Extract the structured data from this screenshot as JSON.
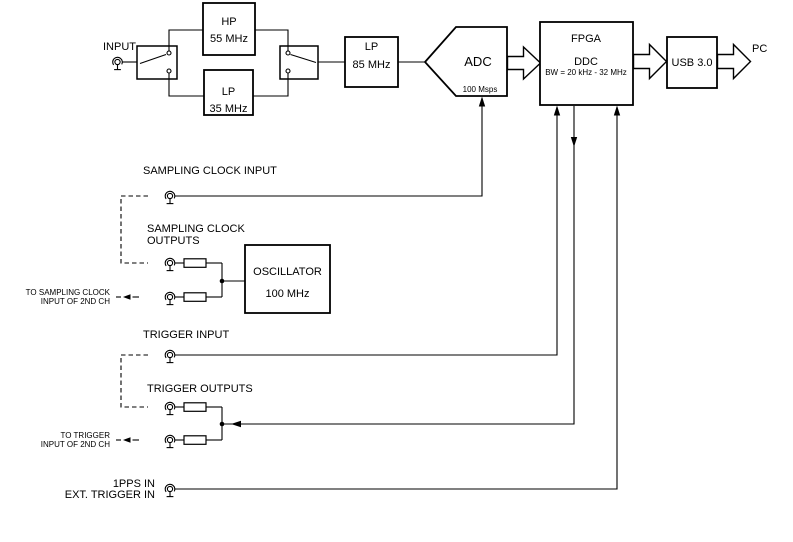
{
  "blocks": {
    "input_label": "INPUT",
    "hp_filter": {
      "l1": "HP",
      "l2": "55 MHz"
    },
    "lp_filter_35": {
      "l1": "LP",
      "l2": "35 MHz"
    },
    "lp_filter_85": {
      "l1": "LP",
      "l2": "85 MHz"
    },
    "adc": {
      "label": "ADC",
      "rate": "100 Msps"
    },
    "fpga": {
      "l1": "FPGA",
      "l2": "DDC",
      "l3": "BW = 20 kHz - 32 MHz"
    },
    "usb": {
      "label": "USB 3.0"
    },
    "pc_label": "PC",
    "oscillator": {
      "l1": "OSCILLATOR",
      "l2": "100 MHz"
    }
  },
  "clock_section": {
    "input_label": "SAMPLING CLOCK INPUT",
    "outputs_label_l1": "SAMPLING CLOCK",
    "outputs_label_l2": "OUTPUTS",
    "to_2nd_ch_l1": "TO SAMPLING CLOCK",
    "to_2nd_ch_l2": "INPUT OF 2ND CH"
  },
  "trigger_section": {
    "input_label": "TRIGGER INPUT",
    "outputs_label": "TRIGGER OUTPUTS",
    "to_2nd_ch_l1": "TO TRIGGER",
    "to_2nd_ch_l2": "INPUT OF 2ND CH",
    "pps_l1": "1PPS IN",
    "pps_l2": "EXT. TRIGGER IN"
  },
  "colors": {
    "line": "#000000",
    "background": "#ffffff"
  }
}
